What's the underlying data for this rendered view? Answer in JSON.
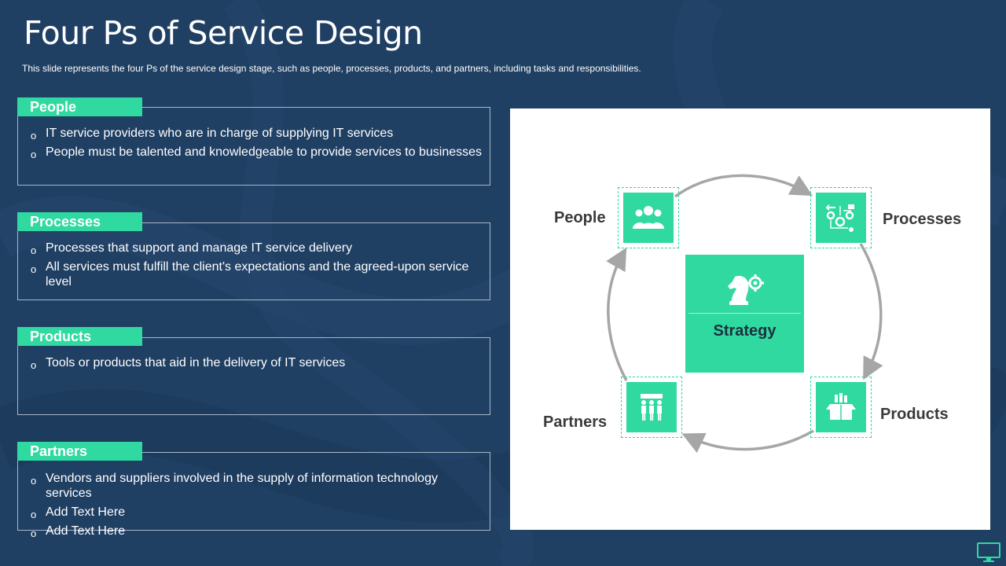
{
  "slide": {
    "title": "Four Ps of Service Design",
    "subtitle": "This slide represents the four Ps of the service design stage, such as people, processes, products, and partners, including tasks and responsibilities."
  },
  "sections": [
    {
      "heading": "People",
      "bullets": [
        "IT service providers who are in charge of supplying IT services",
        "People must be talented and knowledgeable to provide services to businesses"
      ]
    },
    {
      "heading": "Processes",
      "bullets": [
        "Processes that support and manage IT service delivery",
        "All services must fulfill the client's expectations and the agreed-upon service level"
      ]
    },
    {
      "heading": "Products",
      "bullets": [
        "Tools or products that aid in the delivery of IT services"
      ]
    },
    {
      "heading": "Partners",
      "bullets": [
        "Vendors and suppliers involved in the supply of information technology services",
        "Add Text Here",
        "Add Text Here"
      ]
    }
  ],
  "bullet_glyph": "o",
  "diagram": {
    "center": "Strategy",
    "nodes": {
      "people": {
        "label": "People",
        "icon": "people-icon"
      },
      "processes": {
        "label": "Processes",
        "icon": "gears-process-icon"
      },
      "products": {
        "label": "Products",
        "icon": "box-icon"
      },
      "partners": {
        "label": "Partners",
        "icon": "partners-icon"
      }
    },
    "center_icon": "chess-knight-gear-icon"
  },
  "colors": {
    "background": "#1f3f63",
    "accent": "#2fd9a0",
    "panel": "#ffffff",
    "arrow": "#a6a6a6"
  }
}
